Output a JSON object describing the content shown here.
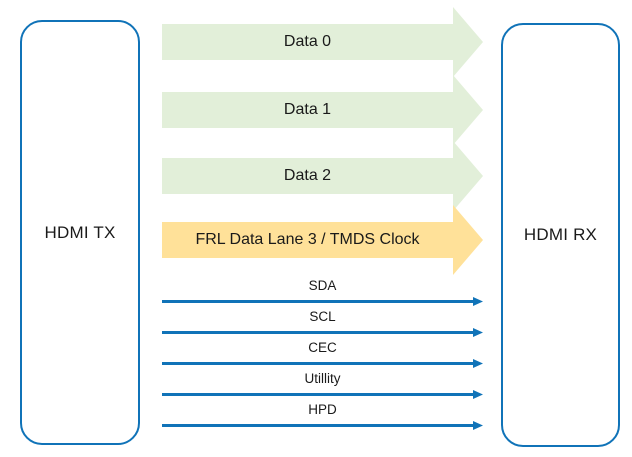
{
  "diagram": {
    "title": "HDMI TX to HDMI RX link signals",
    "colors": {
      "box_border": "#1073b8",
      "box_fill": "#ffffff",
      "data_arrow_fill": "#e2efd9",
      "frl_arrow_fill": "#ffe199",
      "signal_line": "#1073b8",
      "text": "#1a1a1a"
    },
    "nodes": [
      {
        "id": "tx",
        "label": "HDMI TX"
      },
      {
        "id": "rx",
        "label": "HDMI RX"
      }
    ],
    "block_arrows": [
      {
        "id": "data0",
        "label": "Data 0",
        "fill": "#e2efd9",
        "direction": "tx-to-rx"
      },
      {
        "id": "data1",
        "label": "Data 1",
        "fill": "#e2efd9",
        "direction": "tx-to-rx"
      },
      {
        "id": "data2",
        "label": "Data 2",
        "fill": "#e2efd9",
        "direction": "tx-to-rx"
      },
      {
        "id": "frl",
        "label": "FRL Data Lane 3 / TMDS Clock",
        "fill": "#ffe199",
        "direction": "tx-to-rx"
      }
    ],
    "signal_lines": [
      {
        "id": "sda",
        "label": "SDA",
        "direction": "tx-to-rx"
      },
      {
        "id": "scl",
        "label": "SCL",
        "direction": "tx-to-rx"
      },
      {
        "id": "cec",
        "label": "CEC",
        "direction": "tx-to-rx"
      },
      {
        "id": "utility",
        "label": "Utillity",
        "direction": "tx-to-rx"
      },
      {
        "id": "hpd",
        "label": "HPD",
        "direction": "tx-to-rx"
      }
    ]
  }
}
